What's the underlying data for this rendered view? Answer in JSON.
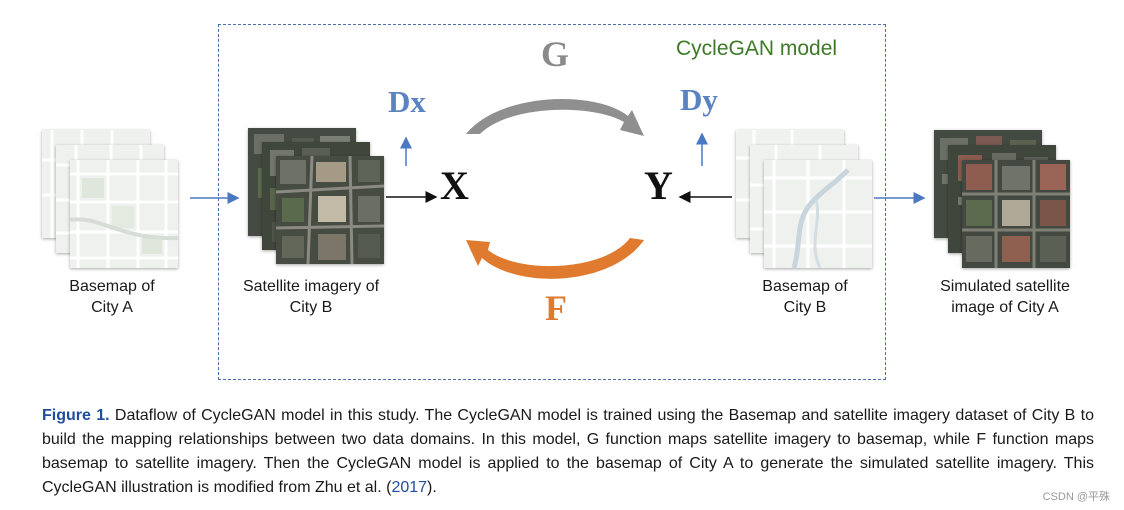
{
  "diagram": {
    "model_label": "CycleGAN model",
    "node_x": "X",
    "node_y": "Y",
    "func_g": "G",
    "func_f": "F",
    "disc_x": "Dx",
    "disc_y": "Dy",
    "captions": {
      "basemap_a": [
        "Basemap of",
        "City A"
      ],
      "satellite_b": [
        "Satellite imagery of",
        "City B"
      ],
      "basemap_b": [
        "Basemap of",
        "City B"
      ],
      "simulated_a": [
        "Simulated satellite",
        "image of City A"
      ]
    },
    "colors": {
      "arrow_blue": "#4a78c2",
      "cycle_g": "#8a8a8a",
      "cycle_f": "#e07a2e",
      "model_label": "#3d7a28",
      "dashed_border": "#4a6fa5",
      "caption_accent": "#1f4e9c"
    }
  },
  "caption": {
    "lead": "Figure 1.",
    "body": " Dataflow of CycleGAN model in this study. The CycleGAN model is trained using the Basemap and satellite imagery dataset of City B to build the mapping relationships between two data domains. In this model, G function maps satellite imagery to basemap, while F function maps basemap to satellite imagery. Then the CycleGAN model is applied to the basemap of City A to generate the simulated satellite imagery. This CycleGAN illustration is modified from Zhu et al. (",
    "ref": "2017",
    "tail": ")."
  },
  "watermark": "CSDN @平殊"
}
